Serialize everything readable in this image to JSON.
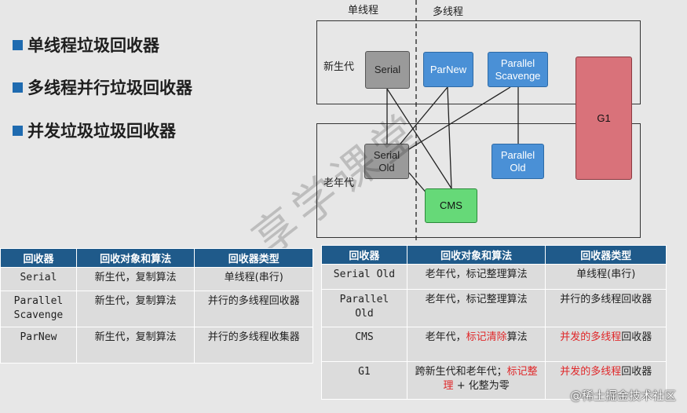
{
  "bullets": [
    "单线程垃圾回收器",
    "多线程并行垃圾回收器",
    "并发垃圾垃圾回收器"
  ],
  "diagram": {
    "single_thread": "单线程",
    "multi_thread": "多线程",
    "young_gen": "新生代",
    "old_gen": "老年代",
    "nodes": {
      "serial": "Serial",
      "parnew": "ParNew",
      "parallel_scavenge_1": "Parallel",
      "parallel_scavenge_2": "Scavenge",
      "g1": "G1",
      "serial_old_1": "Serial",
      "serial_old_2": "Old",
      "parallel_old_1": "Parallel",
      "parallel_old_2": "Old",
      "cms": "CMS"
    },
    "watermark": "享学课堂"
  },
  "colors": {
    "header_bg": "#1f5a8a",
    "cell_bg": "#dcdcdc",
    "highlight": "#e0282a",
    "node_blue": "#4a90d6",
    "node_gray": "#9a9a9a",
    "node_green": "#66d978",
    "node_red": "#d9727a"
  },
  "left_table": {
    "headers": [
      "回收器",
      "回收对象和算法",
      "回收器类型"
    ],
    "rows": [
      {
        "c1": "Serial",
        "c2": "新生代，复制算法",
        "c3": "单线程(串行)"
      },
      {
        "c1a": "Parallel",
        "c1b": "Scavenge",
        "c2": "新生代，复制算法",
        "c3": "并行的多线程回收器"
      },
      {
        "c1": "ParNew",
        "c2": "新生代，复制算法",
        "c3": "并行的多线程收集器"
      }
    ]
  },
  "right_table": {
    "headers": [
      "回收器",
      "回收对象和算法",
      "回收器类型"
    ],
    "rows": [
      {
        "c1": "Serial Old",
        "c2": "老年代，标记整理算法",
        "c3": "单线程(串行)"
      },
      {
        "c1a": "Parallel",
        "c1b": "Old",
        "c2": "老年代，标记整理算法",
        "c3": "并行的多线程回收器"
      },
      {
        "c1": "CMS",
        "c2_pre": "老年代，",
        "c2_hl": "标记清除",
        "c2_post": "算法",
        "c3_hl": "并发的多线程",
        "c3_post": "回收器"
      },
      {
        "c1": "G1",
        "c2_pre": "跨新生代和老年代；",
        "c2_hl": "标记整理",
        "c2_post": " + 化整为零",
        "c3_hl": "并发的多线程",
        "c3_post": "回收器"
      }
    ]
  },
  "footer_watermark": "@稀土掘金技术社区"
}
